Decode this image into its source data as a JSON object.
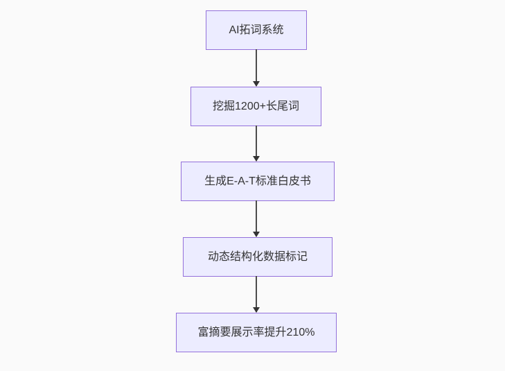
{
  "page": {
    "background_color": "#fafafa"
  },
  "flowchart": {
    "type": "flowchart",
    "direction": "top-down",
    "node_fill_color": "#ececff",
    "node_border_color": "#9370db",
    "node_text_color": "#333333",
    "arrow_color": "#333333",
    "nodes": [
      {
        "label": "AI拓词系统"
      },
      {
        "label": "挖掘1200+长尾词"
      },
      {
        "label": "生成E-A-T标准白皮书"
      },
      {
        "label": "动态结构化数据标记"
      },
      {
        "label": "富摘要展示率提升210%"
      }
    ],
    "edges": [
      {
        "from": 0,
        "to": 1,
        "style": "arrow-down"
      },
      {
        "from": 1,
        "to": 2,
        "style": "arrow-down"
      },
      {
        "from": 2,
        "to": 3,
        "style": "arrow-down"
      },
      {
        "from": 3,
        "to": 4,
        "style": "arrow-down"
      }
    ]
  }
}
